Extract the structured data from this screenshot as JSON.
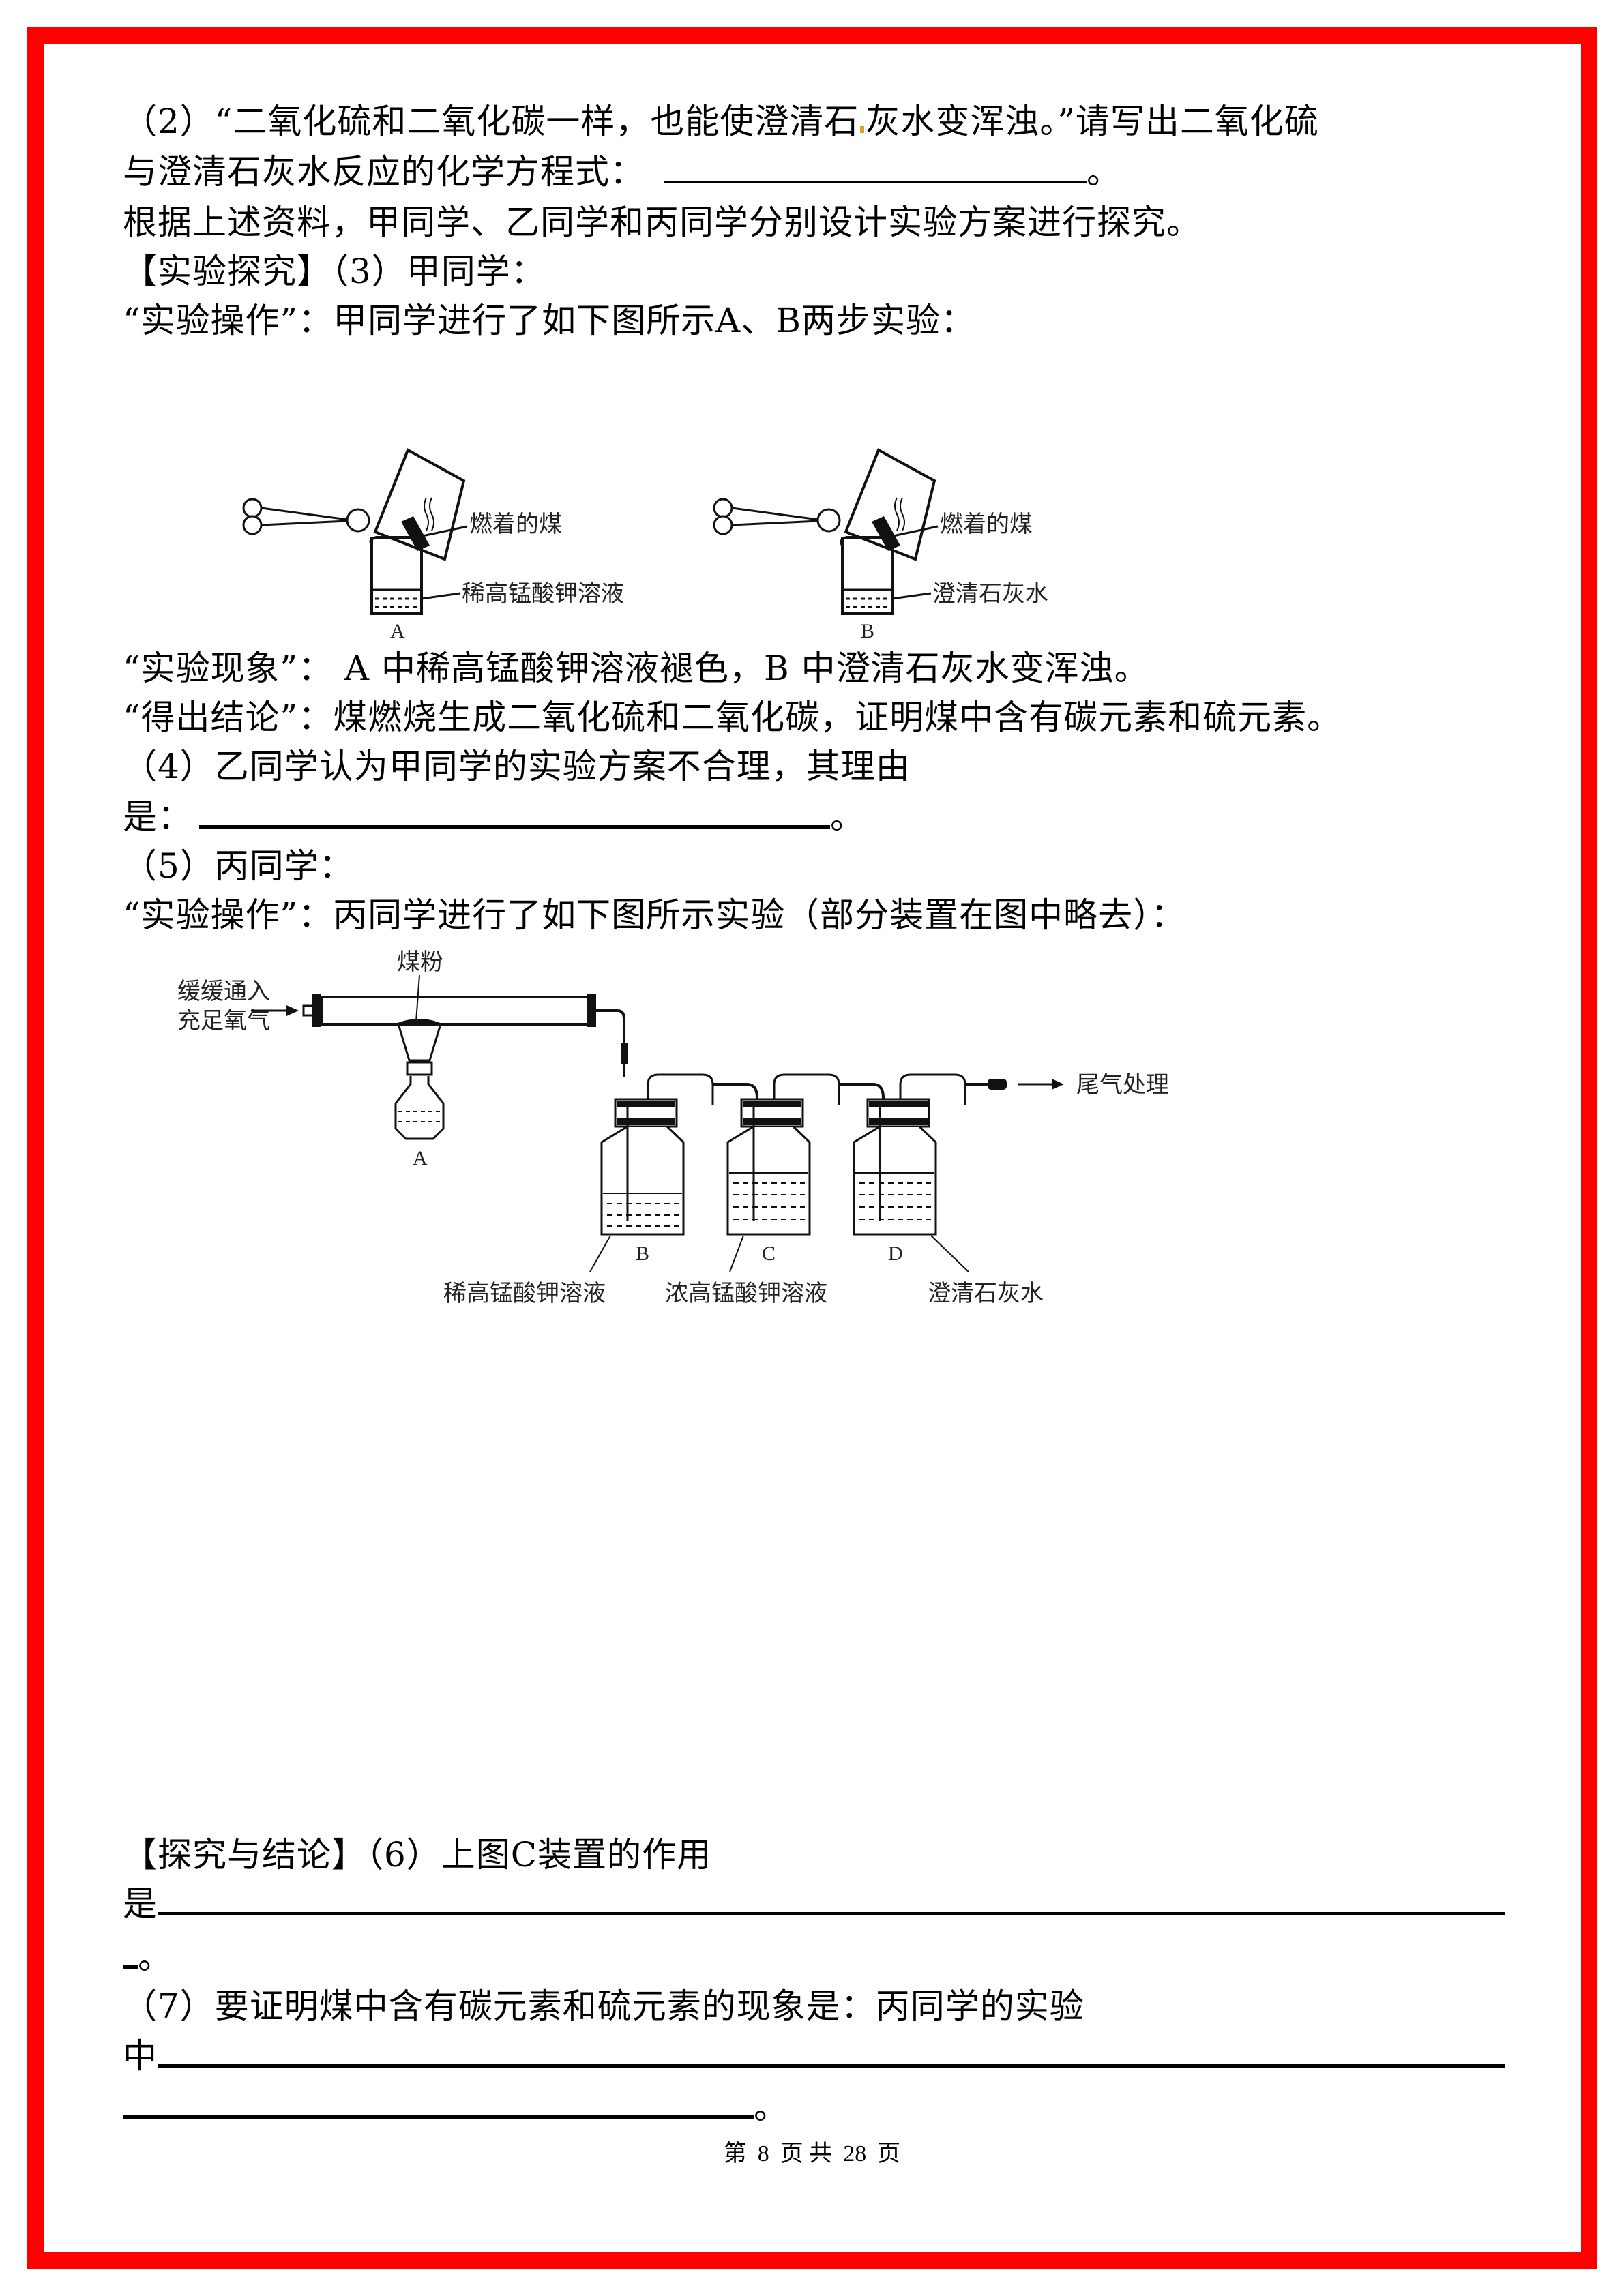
{
  "page": {
    "border_color": "#ff0000",
    "footer": {
      "prefix": "第",
      "current": "8",
      "mid": "页 共",
      "total": "28",
      "suffix": "页"
    }
  },
  "questions": {
    "q2": {
      "line1": "（2）“二氧化硫和二氧化碳一样，也能使澄清石",
      "line1b": "灰水变浑浊。”请写出二氧化硫",
      "line2": "与澄清石灰水反应的化学方程式：",
      "line2_end": "。",
      "answer": ""
    },
    "intro": "根据上述资料，甲同学、乙同学和丙同学分别设计实验方案进行探究。",
    "q3": {
      "heading": "【实验探究】（3）甲同学：",
      "operation": "“实验操作”：甲同学进行了如下图所示A、B两步实验：",
      "phenomenon": "“实验现象”： A 中稀高锰酸钾溶液褪色，B 中澄清石灰水变浑浊。",
      "conclusion": "“得出结论”：煤燃烧生成二氧化硫和二氧化碳，证明煤中含有碳元素和硫元素。"
    },
    "q4": {
      "line1": "（4）乙同学认为甲同学的实验方案不合理，其理由",
      "line2_prefix": "是：",
      "line2_end": "。",
      "answer": ""
    },
    "q5": {
      "heading": "（5）丙同学：",
      "operation": "“实验操作”：丙同学进行了如下图所示实验（部分装置在图中略去）："
    },
    "q6": {
      "line1": "【探究与结论】（6）上图C装置的作用",
      "line2_prefix": "是",
      "line3_end": "。",
      "answer": ""
    },
    "q7": {
      "line1": "（7）要证明煤中含有碳元素和硫元素的现象是：丙同学的实验",
      "line2_prefix": "中",
      "line3_end": "。",
      "answer": ""
    }
  },
  "figure1": {
    "panels": [
      {
        "letter": "A",
        "top_label": "燃着的煤",
        "bottom_label": "稀高锰酸钾溶液"
      },
      {
        "letter": "B",
        "top_label": "燃着的煤",
        "bottom_label": "澄清石灰水"
      }
    ]
  },
  "figure2": {
    "inlet_label_1": "缓缓通入",
    "inlet_label_2": "充足氧气",
    "powder_label": "煤粉",
    "lamp_letter": "A",
    "exhaust_label": "尾气处理",
    "bottles": [
      {
        "letter": "B",
        "label": "稀高锰酸钾溶液"
      },
      {
        "letter": "C",
        "label": "浓高锰酸钾溶液"
      },
      {
        "letter": "D",
        "label": "澄清石灰水"
      }
    ]
  }
}
